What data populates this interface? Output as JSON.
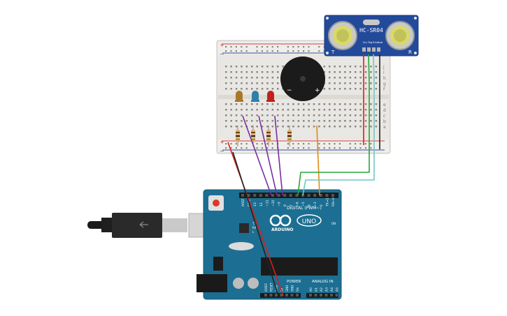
{
  "sensor": {
    "model": "HC-SR04",
    "pin_labels": [
      "Vcc",
      "Trig",
      "Echo",
      "Gnd"
    ],
    "side_t": "T",
    "side_r": "R"
  },
  "breadboard": {
    "rail_plus": "+",
    "rail_minus": "−",
    "row_letters_top": [
      "j",
      "i",
      "h",
      "g",
      "f"
    ],
    "row_letters_bottom": [
      "e",
      "d",
      "c",
      "b",
      "a"
    ]
  },
  "buzzer": {
    "minus": "−",
    "plus": "+"
  },
  "leds": [
    {
      "color": "#a8782a"
    },
    {
      "color": "#2f7fa8"
    },
    {
      "color": "#c0211c"
    }
  ],
  "arduino": {
    "brand": "ARDUINO",
    "model": "UNO",
    "digital_label": "DIGITAL (PWM~)",
    "analog_label": "ANALOG IN",
    "power_label": "POWER",
    "digital_pins": [
      "AREF",
      "GND",
      "13",
      "12",
      "~11",
      "~10",
      "~9",
      "8",
      "7",
      "~6",
      "~5",
      "4",
      "~3",
      "2",
      "TX→1",
      "RX←0"
    ],
    "analog_pins": [
      "A0",
      "A1",
      "A2",
      "A3",
      "A4",
      "A5"
    ],
    "power_pins": [
      "IOREF",
      "RESET",
      "3.3V",
      "5V",
      "GND",
      "GND",
      "Vin"
    ],
    "led_labels": [
      "TX",
      "RX",
      "ON",
      "L"
    ]
  },
  "wire_colors": {
    "red": "#d3201c",
    "black": "#222222",
    "purple": "#7a2ea0",
    "orange": "#e08a12",
    "green": "#22a83a",
    "cyan": "#6ec9c7"
  }
}
